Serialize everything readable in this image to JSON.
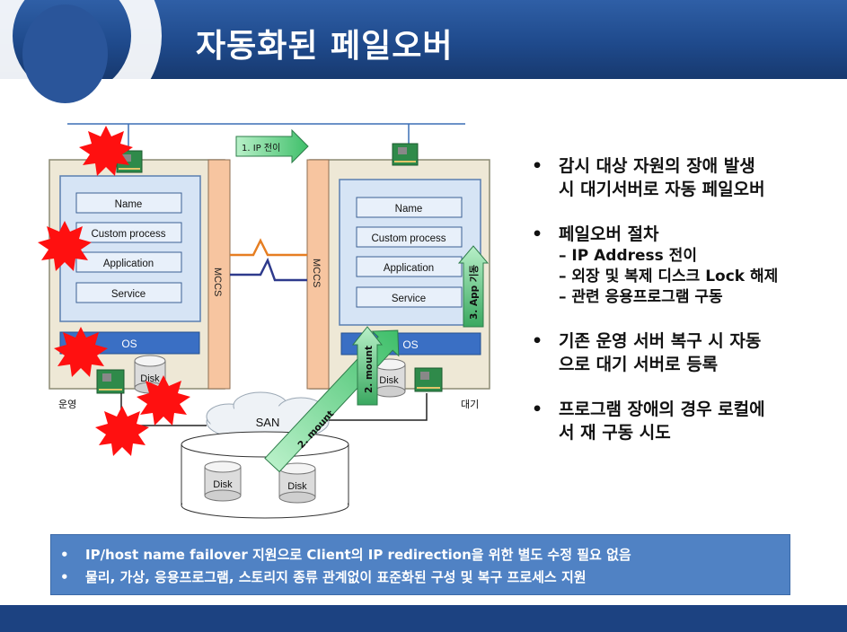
{
  "slide": {
    "title": "자동화된 페일오버"
  },
  "diagram": {
    "left_server": {
      "items": [
        "Name",
        "Custom process",
        "Application",
        "Service"
      ],
      "os": "OS",
      "disk": "Disk",
      "label": "운영"
    },
    "right_server": {
      "items": [
        "Name",
        "Custom process",
        "Application",
        "Service"
      ],
      "os": "OS",
      "disk": "Disk",
      "label": "대기"
    },
    "mccs_left": "MCCS",
    "mccs_right": "MCCS",
    "san": "SAN",
    "storage_disks": [
      "Disk",
      "Disk"
    ],
    "step1": "1. IP 전이",
    "step2a": "2. mount",
    "step2b": "2. mount",
    "step3": "3. App 기동"
  },
  "bullets": [
    {
      "text": "감시 대상 자원의 장애 발생 시 대기서버로 자동 페일오버",
      "lines": [
        "감시 대상 자원의 장애 발생",
        "시 대기서버로 자동 페일오버"
      ],
      "sub": []
    },
    {
      "lines": [
        "페일오버 절차"
      ],
      "sub": [
        "– IP Address 전이",
        "– 외장 및 복제 디스크 Lock 해제",
        "– 관련 응용프로그램 구동"
      ]
    },
    {
      "lines": [
        "기존 운영 서버 복구 시 자동",
        "으로 대기 서버로 등록"
      ],
      "sub": []
    },
    {
      "lines": [
        "프로그램 장애의 경우 로컬에",
        "서 재 구동 시도"
      ],
      "sub": []
    }
  ],
  "bullet_marker": "•",
  "notes": [
    "IP/host name failover 지원으로 Client의 IP redirection을 위한 별도 수정 필요 없음",
    "물리, 가상, 응용프로그램, 스토리지 종류 관계없이 표준화된 구성 및 복구 프로세스 지원"
  ],
  "note_marker": "•",
  "colors": {
    "header": "#1f4a8c",
    "note_box": "#5082c4",
    "mccs": "#f7c5a0",
    "os_bar": "#3a6fc4",
    "explosion": "#ff1010",
    "arrow_green": "#6fcf97"
  }
}
